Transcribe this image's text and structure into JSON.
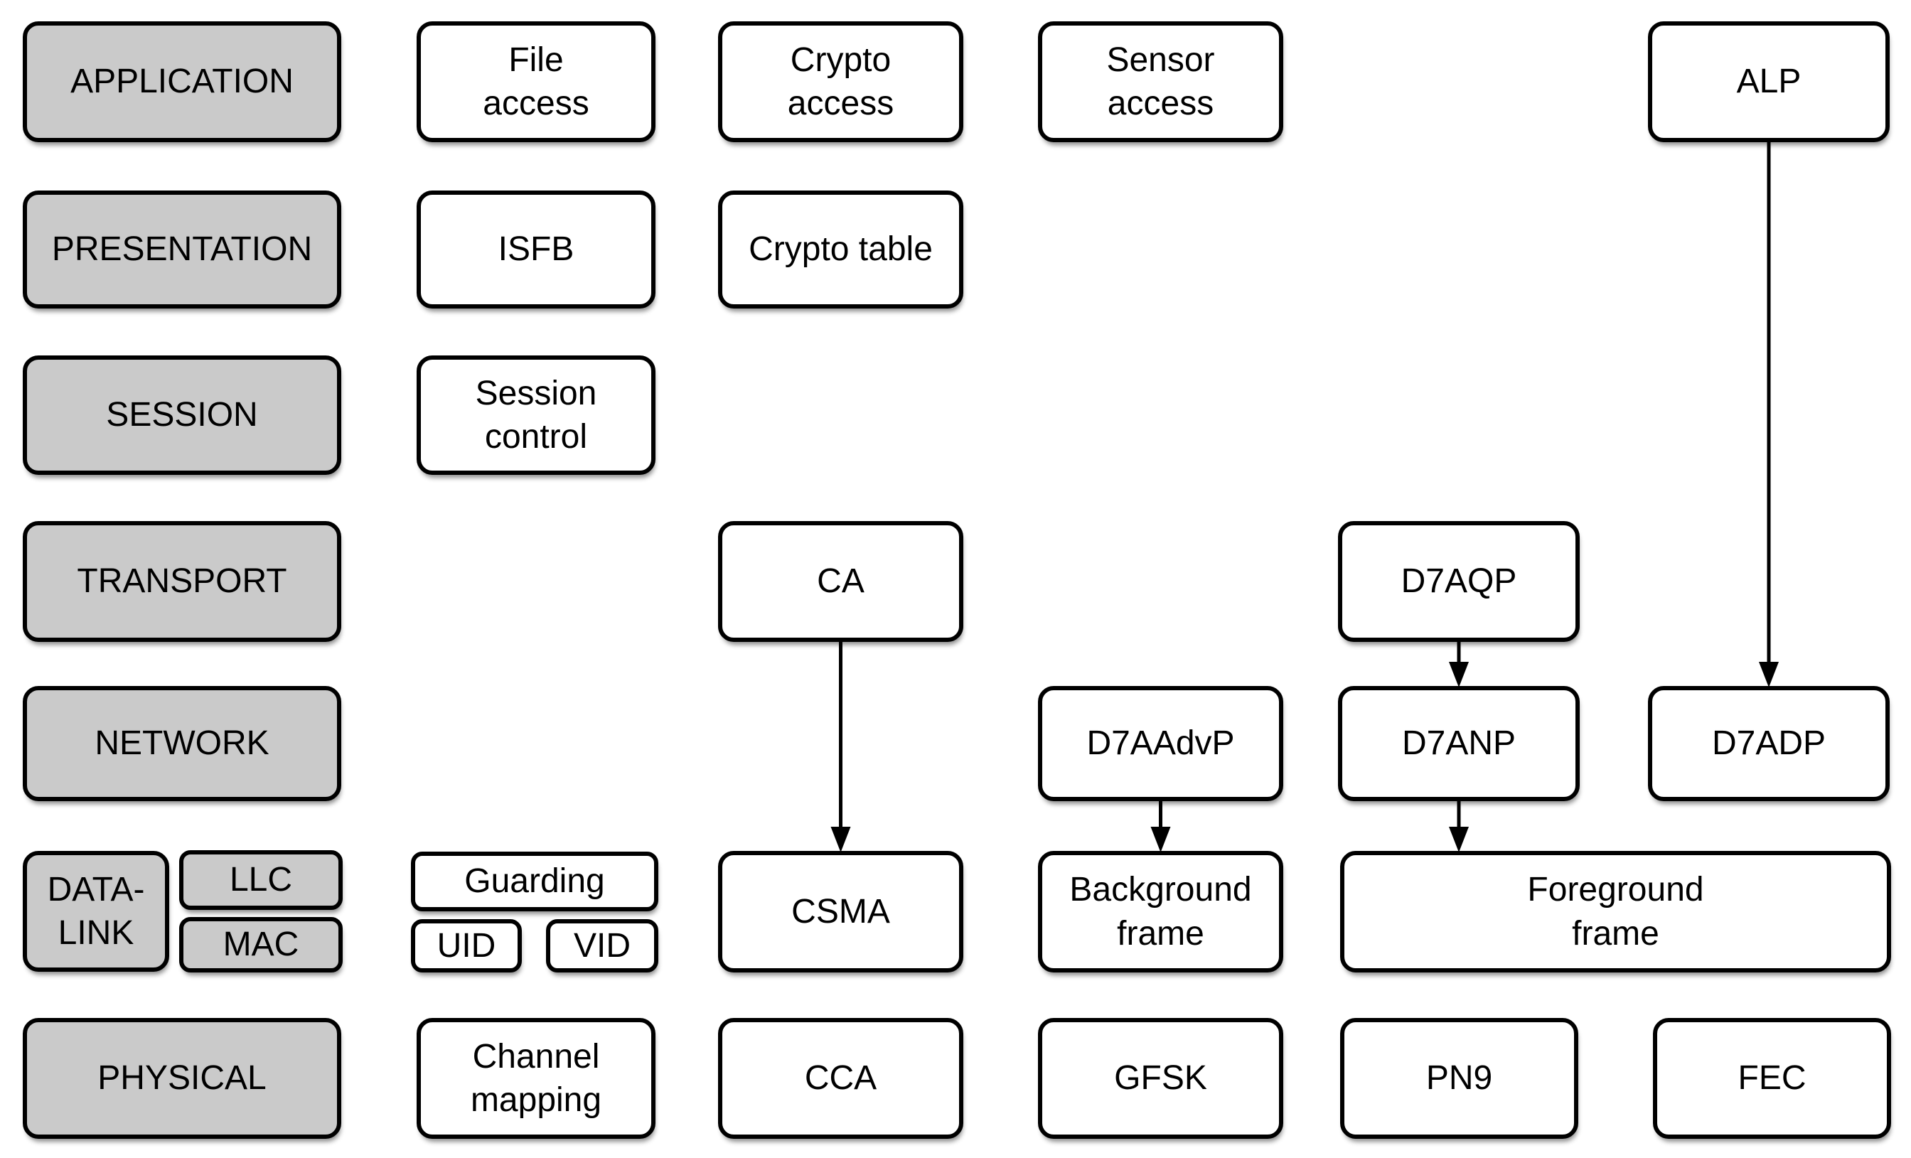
{
  "diagram": {
    "kind": "protocol-stack-diagram",
    "colors": {
      "layer_fill": "#cacaca",
      "component_fill": "#ffffff",
      "border": "#000000",
      "arrow": "#000000",
      "background": "#ffffff"
    },
    "nodes": [
      {
        "id": "application",
        "label": "APPLICATION",
        "kind": "osi-layer"
      },
      {
        "id": "presentation",
        "label": "PRESENTATION",
        "kind": "osi-layer"
      },
      {
        "id": "session",
        "label": "SESSION",
        "kind": "osi-layer"
      },
      {
        "id": "transport",
        "label": "TRANSPORT",
        "kind": "osi-layer"
      },
      {
        "id": "network",
        "label": "NETWORK",
        "kind": "osi-layer"
      },
      {
        "id": "datalink",
        "label": "DATA-\nLINK",
        "kind": "osi-layer"
      },
      {
        "id": "llc",
        "label": "LLC",
        "kind": "osi-layer"
      },
      {
        "id": "mac",
        "label": "MAC",
        "kind": "osi-layer"
      },
      {
        "id": "physical",
        "label": "PHYSICAL",
        "kind": "osi-layer"
      },
      {
        "id": "file-access",
        "label": "File\naccess",
        "kind": "component"
      },
      {
        "id": "crypto-access",
        "label": "Crypto\naccess",
        "kind": "component"
      },
      {
        "id": "sensor-access",
        "label": "Sensor\naccess",
        "kind": "component"
      },
      {
        "id": "alp",
        "label": "ALP",
        "kind": "component"
      },
      {
        "id": "isfb",
        "label": "ISFB",
        "kind": "component"
      },
      {
        "id": "crypto-table",
        "label": "Crypto table",
        "kind": "component"
      },
      {
        "id": "session-control",
        "label": "Session\ncontrol",
        "kind": "component"
      },
      {
        "id": "ca",
        "label": "CA",
        "kind": "component"
      },
      {
        "id": "d7aqp",
        "label": "D7AQP",
        "kind": "component"
      },
      {
        "id": "d7aadvp",
        "label": "D7AAdvP",
        "kind": "component"
      },
      {
        "id": "d7anp",
        "label": "D7ANP",
        "kind": "component"
      },
      {
        "id": "d7adp",
        "label": "D7ADP",
        "kind": "component"
      },
      {
        "id": "guarding",
        "label": "Guarding",
        "kind": "component"
      },
      {
        "id": "uid",
        "label": "UID",
        "kind": "component"
      },
      {
        "id": "vid",
        "label": "VID",
        "kind": "component"
      },
      {
        "id": "csma",
        "label": "CSMA",
        "kind": "component"
      },
      {
        "id": "background-frame",
        "label": "Background\nframe",
        "kind": "component"
      },
      {
        "id": "foreground-frame",
        "label": "Foreground\nframe",
        "kind": "component"
      },
      {
        "id": "channel-mapping",
        "label": "Channel\nmapping",
        "kind": "component"
      },
      {
        "id": "cca",
        "label": "CCA",
        "kind": "component"
      },
      {
        "id": "gfsk",
        "label": "GFSK",
        "kind": "component"
      },
      {
        "id": "pn9",
        "label": "PN9",
        "kind": "component"
      },
      {
        "id": "fec",
        "label": "FEC",
        "kind": "component"
      }
    ],
    "arrows": [
      {
        "from": "ca",
        "to": "csma"
      },
      {
        "from": "alp",
        "to": "d7adp"
      },
      {
        "from": "d7aqp",
        "to": "d7anp"
      },
      {
        "from": "d7anp",
        "to": "foreground-frame"
      },
      {
        "from": "d7aadvp",
        "to": "background-frame"
      }
    ]
  }
}
